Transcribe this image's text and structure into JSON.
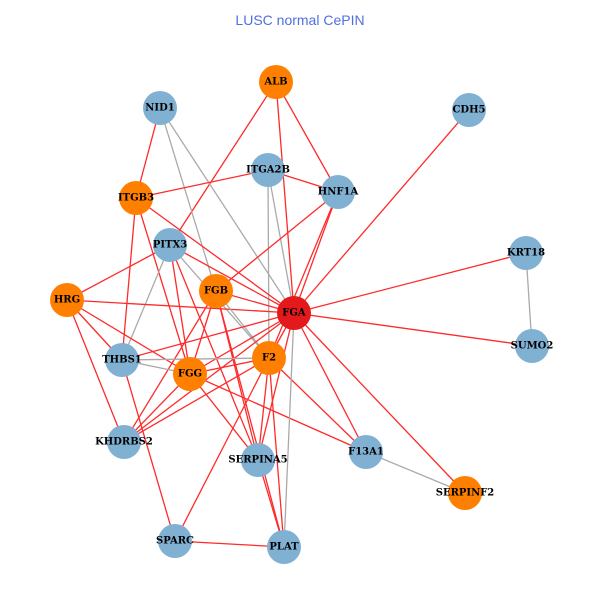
{
  "title": "LUSC normal CePIN",
  "colors": {
    "hub": "#e3191c",
    "seed": "#ff7f00",
    "other": "#80b1d3",
    "edge_red": "#ff2a2a",
    "edge_gray": "#aaaaaa"
  },
  "nodes": [
    {
      "id": "ALB",
      "type": "seed"
    },
    {
      "id": "NID1",
      "type": "other"
    },
    {
      "id": "CDH5",
      "type": "other"
    },
    {
      "id": "ITGA2B",
      "type": "other"
    },
    {
      "id": "HNF1A",
      "type": "other"
    },
    {
      "id": "ITGB3",
      "type": "seed"
    },
    {
      "id": "PITX3",
      "type": "other"
    },
    {
      "id": "KRT18",
      "type": "other"
    },
    {
      "id": "FGB",
      "type": "seed"
    },
    {
      "id": "HRG",
      "type": "seed"
    },
    {
      "id": "FGA",
      "type": "hub"
    },
    {
      "id": "SUMO2",
      "type": "other"
    },
    {
      "id": "THBS1",
      "type": "other"
    },
    {
      "id": "FGG",
      "type": "seed"
    },
    {
      "id": "F2",
      "type": "seed"
    },
    {
      "id": "KHDRBS2",
      "type": "other"
    },
    {
      "id": "F13A1",
      "type": "other"
    },
    {
      "id": "SERPINA5",
      "type": "other"
    },
    {
      "id": "SERPINF2",
      "type": "seed"
    },
    {
      "id": "SPARC",
      "type": "other"
    },
    {
      "id": "PLAT",
      "type": "other"
    }
  ],
  "edges": [
    [
      "ALB",
      "PITX3",
      "r"
    ],
    [
      "ALB",
      "FGA",
      "r"
    ],
    [
      "ALB",
      "HNF1A",
      "r"
    ],
    [
      "NID1",
      "ITGB3",
      "r"
    ],
    [
      "NID1",
      "FGB",
      "g"
    ],
    [
      "NID1",
      "FGA",
      "g"
    ],
    [
      "ITGA2B",
      "ITGB3",
      "r"
    ],
    [
      "ITGA2B",
      "HNF1A",
      "r"
    ],
    [
      "ITGA2B",
      "FGA",
      "g"
    ],
    [
      "ITGA2B",
      "F2",
      "g"
    ],
    [
      "HNF1A",
      "FGB",
      "r"
    ],
    [
      "HNF1A",
      "FGA",
      "r"
    ],
    [
      "HNF1A",
      "F2",
      "r"
    ],
    [
      "ITGB3",
      "FGA",
      "r"
    ],
    [
      "ITGB3",
      "THBS1",
      "r"
    ],
    [
      "ITGB3",
      "FGG",
      "r"
    ],
    [
      "PITX3",
      "HRG",
      "r"
    ],
    [
      "PITX3",
      "FGA",
      "r"
    ],
    [
      "PITX3",
      "FGG",
      "r"
    ],
    [
      "PITX3",
      "THBS1",
      "g"
    ],
    [
      "PITX3",
      "F2",
      "g"
    ],
    [
      "PITX3",
      "SERPINA5",
      "r"
    ],
    [
      "CDH5",
      "FGA",
      "r"
    ],
    [
      "KRT18",
      "FGA",
      "r"
    ],
    [
      "KRT18",
      "SUMO2",
      "g"
    ],
    [
      "SUMO2",
      "FGA",
      "r"
    ],
    [
      "SERPINF2",
      "FGA",
      "r"
    ],
    [
      "F13A1",
      "SERPINF2",
      "g"
    ],
    [
      "F13A1",
      "FGA",
      "r"
    ],
    [
      "F13A1",
      "F2",
      "r"
    ],
    [
      "F13A1",
      "FGG",
      "r"
    ],
    [
      "HRG",
      "FGA",
      "r"
    ],
    [
      "HRG",
      "THBS1",
      "r"
    ],
    [
      "HRG",
      "FGG",
      "r"
    ],
    [
      "HRG",
      "KHDRBS2",
      "r"
    ],
    [
      "FGB",
      "FGA",
      "r"
    ],
    [
      "FGB",
      "FGG",
      "r"
    ],
    [
      "FGB",
      "KHDRBS2",
      "r"
    ],
    [
      "FGB",
      "SERPINA5",
      "r"
    ],
    [
      "FGB",
      "PLAT",
      "r"
    ],
    [
      "FGB",
      "F2",
      "g"
    ],
    [
      "FGA",
      "F2",
      "r"
    ],
    [
      "FGA",
      "FGG",
      "r"
    ],
    [
      "FGA",
      "THBS1",
      "r"
    ],
    [
      "FGA",
      "KHDRBS2",
      "r"
    ],
    [
      "FGA",
      "SERPINA5",
      "r"
    ],
    [
      "FGA",
      "PLAT",
      "g"
    ],
    [
      "THBS1",
      "FGG",
      "g"
    ],
    [
      "THBS1",
      "F2",
      "g"
    ],
    [
      "THBS1",
      "SPARC",
      "r"
    ],
    [
      "FGG",
      "F2",
      "r"
    ],
    [
      "FGG",
      "KHDRBS2",
      "r"
    ],
    [
      "FGG",
      "SERPINA5",
      "r"
    ],
    [
      "F2",
      "SPARC",
      "r"
    ],
    [
      "F2",
      "SERPINA5",
      "r"
    ],
    [
      "F2",
      "PLAT",
      "r"
    ],
    [
      "F2",
      "KHDRBS2",
      "r"
    ],
    [
      "SERPINA5",
      "PLAT",
      "r"
    ],
    [
      "SPARC",
      "PLAT",
      "r"
    ]
  ]
}
